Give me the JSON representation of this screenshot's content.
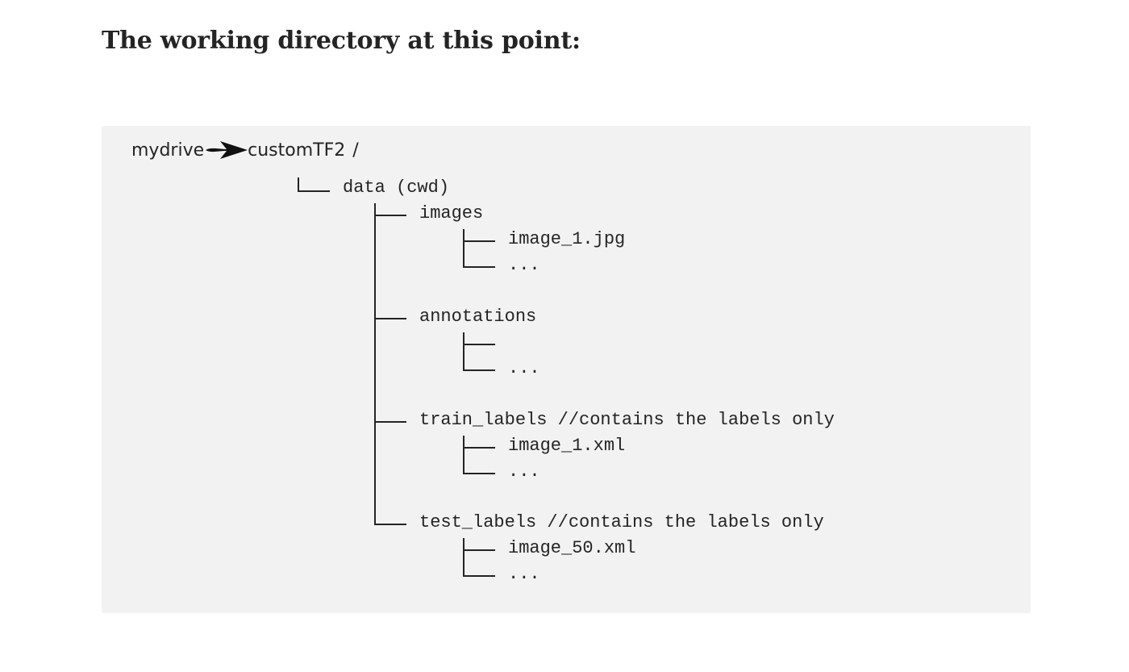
{
  "heading": "The working directory at this point:",
  "path": {
    "root": "mydrive",
    "arrow_icon": "right-arrow-icon",
    "project": "customTF2",
    "separator": "/"
  },
  "tree": {
    "data": "data (cwd)",
    "images": {
      "label": "images",
      "children": [
        "image_1.jpg",
        "..."
      ]
    },
    "annotations": {
      "label": "annotations",
      "children": [
        "",
        "..."
      ]
    },
    "train_labels": {
      "label": "train_labels //contains the labels only",
      "children": [
        "image_1.xml",
        "..."
      ]
    },
    "test_labels": {
      "label": "test_labels //contains the labels only",
      "children": [
        "image_50.xml",
        "..."
      ]
    }
  }
}
